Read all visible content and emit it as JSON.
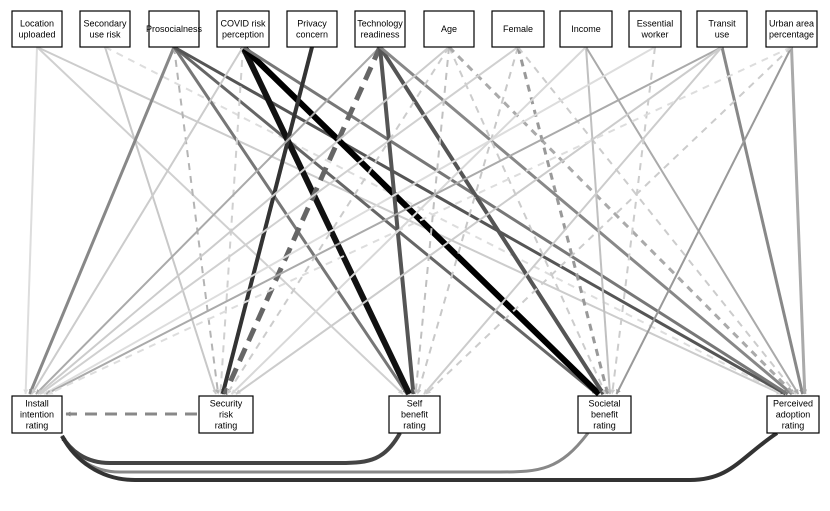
{
  "nodes": [
    {
      "id": "location",
      "lines": [
        "Location",
        "uploaded"
      ]
    },
    {
      "id": "secondary",
      "lines": [
        "Secondary",
        "use risk"
      ]
    },
    {
      "id": "prosocial",
      "lines": [
        "Prosocialness"
      ]
    },
    {
      "id": "covid",
      "lines": [
        "COVID risk",
        "perception"
      ]
    },
    {
      "id": "privacy",
      "lines": [
        "Privacy",
        "concern"
      ]
    },
    {
      "id": "tech",
      "lines": [
        "Technology",
        "readiness"
      ]
    },
    {
      "id": "age",
      "lines": [
        "Age"
      ]
    },
    {
      "id": "female",
      "lines": [
        "Female"
      ]
    },
    {
      "id": "income",
      "lines": [
        "Income"
      ]
    },
    {
      "id": "essential",
      "lines": [
        "Essential",
        "worker"
      ]
    },
    {
      "id": "transit",
      "lines": [
        "Transit",
        "use"
      ]
    },
    {
      "id": "urban",
      "lines": [
        "Urban area",
        "percentage"
      ]
    },
    {
      "id": "install",
      "lines": [
        "Install",
        "intention",
        "rating"
      ]
    },
    {
      "id": "security",
      "lines": [
        "Security",
        "risk",
        "rating"
      ]
    },
    {
      "id": "selfben",
      "lines": [
        "Self",
        "benefit",
        "rating"
      ]
    },
    {
      "id": "societal",
      "lines": [
        "Societal",
        "benefit",
        "rating"
      ]
    },
    {
      "id": "perceived",
      "lines": [
        "Perceived",
        "adoption",
        "rating"
      ]
    }
  ],
  "edges": [
    {
      "from": "location",
      "to": "install",
      "color": "#dddddd",
      "w": 2,
      "dash": false
    },
    {
      "from": "location",
      "to": "selfben",
      "color": "#d0d0d0",
      "w": 2,
      "dash": false
    },
    {
      "from": "location",
      "to": "perceived",
      "color": "#cccccc",
      "w": 2,
      "dash": false
    },
    {
      "from": "secondary",
      "to": "security",
      "color": "#c8c8c8",
      "w": 2,
      "dash": false
    },
    {
      "from": "secondary",
      "to": "perceived",
      "color": "#dddddd",
      "w": 2,
      "dash": true
    },
    {
      "from": "prosocial",
      "to": "install",
      "color": "#888888",
      "w": 3,
      "dash": false
    },
    {
      "from": "prosocial",
      "to": "security",
      "color": "#b4b4b4",
      "w": 2,
      "dash": true
    },
    {
      "from": "prosocial",
      "to": "selfben",
      "color": "#777777",
      "w": 3,
      "dash": false
    },
    {
      "from": "prosocial",
      "to": "societal",
      "color": "#666666",
      "w": 3,
      "dash": false
    },
    {
      "from": "prosocial",
      "to": "perceived",
      "color": "#555555",
      "w": 3,
      "dash": false
    },
    {
      "from": "covid",
      "to": "security",
      "color": "#d0d0d0",
      "w": 2,
      "dash": true
    },
    {
      "from": "covid",
      "to": "selfben",
      "color": "#111111",
      "w": 6,
      "dash": false
    },
    {
      "from": "covid",
      "to": "societal",
      "color": "#000000",
      "w": 6,
      "dash": false
    },
    {
      "from": "covid",
      "to": "perceived",
      "color": "#777777",
      "w": 3,
      "dash": false
    },
    {
      "from": "covid",
      "to": "install",
      "color": "#cccccc",
      "w": 2,
      "dash": false
    },
    {
      "from": "privacy",
      "to": "security",
      "color": "#333333",
      "w": 4,
      "dash": false
    },
    {
      "from": "tech",
      "to": "install",
      "color": "#aaaaaa",
      "w": 2,
      "dash": false
    },
    {
      "from": "tech",
      "to": "security",
      "color": "#666666",
      "w": 5,
      "dash": true
    },
    {
      "from": "tech",
      "to": "selfben",
      "color": "#555555",
      "w": 4,
      "dash": false
    },
    {
      "from": "tech",
      "to": "societal",
      "color": "#555555",
      "w": 4,
      "dash": false
    },
    {
      "from": "tech",
      "to": "perceived",
      "color": "#888888",
      "w": 3,
      "dash": false
    },
    {
      "from": "age",
      "to": "security",
      "color": "#cccccc",
      "w": 2,
      "dash": true
    },
    {
      "from": "age",
      "to": "selfben",
      "color": "#c0c0c0",
      "w": 2,
      "dash": true
    },
    {
      "from": "age",
      "to": "install",
      "color": "#cccccc",
      "w": 2,
      "dash": false
    },
    {
      "from": "age",
      "to": "societal",
      "color": "#cccccc",
      "w": 2,
      "dash": true
    },
    {
      "from": "age",
      "to": "perceived",
      "color": "#aaaaaa",
      "w": 3,
      "dash": true
    },
    {
      "from": "female",
      "to": "selfben",
      "color": "#c8c8c8",
      "w": 2,
      "dash": true
    },
    {
      "from": "female",
      "to": "societal",
      "color": "#999999",
      "w": 3,
      "dash": true
    },
    {
      "from": "female",
      "to": "install",
      "color": "#d0d0d0",
      "w": 2,
      "dash": false
    },
    {
      "from": "female",
      "to": "perceived",
      "color": "#cccccc",
      "w": 2,
      "dash": true
    },
    {
      "from": "income",
      "to": "societal",
      "color": "#c0c0c0",
      "w": 2,
      "dash": false
    },
    {
      "from": "income",
      "to": "perceived",
      "color": "#aaaaaa",
      "w": 2,
      "dash": false
    },
    {
      "from": "income",
      "to": "security",
      "color": "#d8d8d8",
      "w": 2,
      "dash": false
    },
    {
      "from": "essential",
      "to": "societal",
      "color": "#cccccc",
      "w": 2,
      "dash": true
    },
    {
      "from": "essential",
      "to": "install",
      "color": "#dddddd",
      "w": 2,
      "dash": false
    },
    {
      "from": "transit",
      "to": "install",
      "color": "#aaaaaa",
      "w": 2,
      "dash": false
    },
    {
      "from": "transit",
      "to": "selfben",
      "color": "#cccccc",
      "w": 2,
      "dash": false
    },
    {
      "from": "transit",
      "to": "perceived",
      "color": "#888888",
      "w": 3,
      "dash": false
    },
    {
      "from": "transit",
      "to": "security",
      "color": "#cccccc",
      "w": 2,
      "dash": false
    },
    {
      "from": "urban",
      "to": "install",
      "color": "#dddddd",
      "w": 2,
      "dash": true
    },
    {
      "from": "urban",
      "to": "perceived",
      "color": "#aaaaaa",
      "w": 3,
      "dash": false
    },
    {
      "from": "urban",
      "to": "societal",
      "color": "#999999",
      "w": 2,
      "dash": false
    },
    {
      "from": "urban",
      "to": "selfben",
      "color": "#cccccc",
      "w": 2,
      "dash": true
    }
  ],
  "bottom_edges": [
    {
      "from": "security",
      "to": "install",
      "color": "#888888",
      "w": 3,
      "dash": true
    },
    {
      "from": "selfben",
      "to": "install",
      "color": "#444444",
      "w": 4,
      "dash": false
    },
    {
      "from": "societal",
      "to": "install",
      "color": "#888888",
      "w": 3,
      "dash": false
    },
    {
      "from": "perceived",
      "to": "install",
      "color": "#333333",
      "w": 4,
      "dash": false
    }
  ]
}
